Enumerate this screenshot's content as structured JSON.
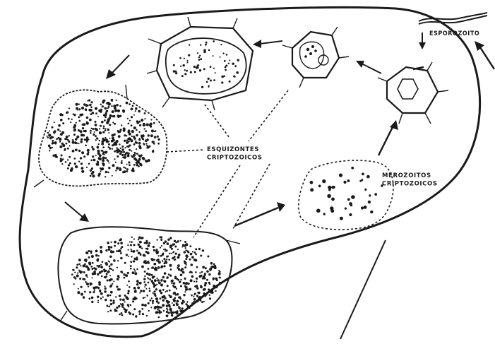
{
  "labels": {
    "esporozoito": "ESPOROZOITO",
    "esquizontes_line1": "ESQUIZONTES",
    "esquizontes_line2": "CRIPTOZOICOS",
    "merozoitos_line1": "MEROZOITOS",
    "merozoitos_line2": "CRIPTOZOICOS"
  },
  "colors": {
    "ink": "#1a1a1a",
    "paper": "#ffffff"
  }
}
